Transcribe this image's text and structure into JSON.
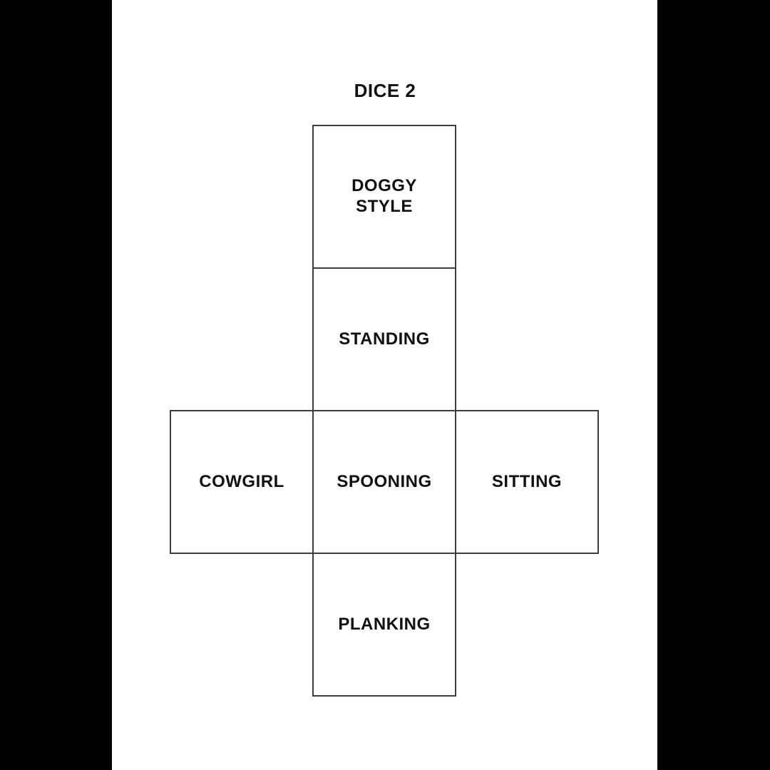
{
  "page": {
    "title": "DICE 2"
  },
  "colors": {
    "background": "#ffffff",
    "letterbox_bar": "#000000",
    "grid_line": "#3d3d3d",
    "text": "#111111"
  },
  "dice_net": {
    "shape": "cube-net-cross",
    "cells": [
      {
        "position": "top",
        "label": "DOGGY\nSTYLE"
      },
      {
        "position": "upper",
        "label": "STANDING"
      },
      {
        "position": "left",
        "label": "COWGIRL"
      },
      {
        "position": "center",
        "label": "SPOONING"
      },
      {
        "position": "right",
        "label": "SITTING"
      },
      {
        "position": "bottom",
        "label": "PLANKING"
      }
    ]
  }
}
